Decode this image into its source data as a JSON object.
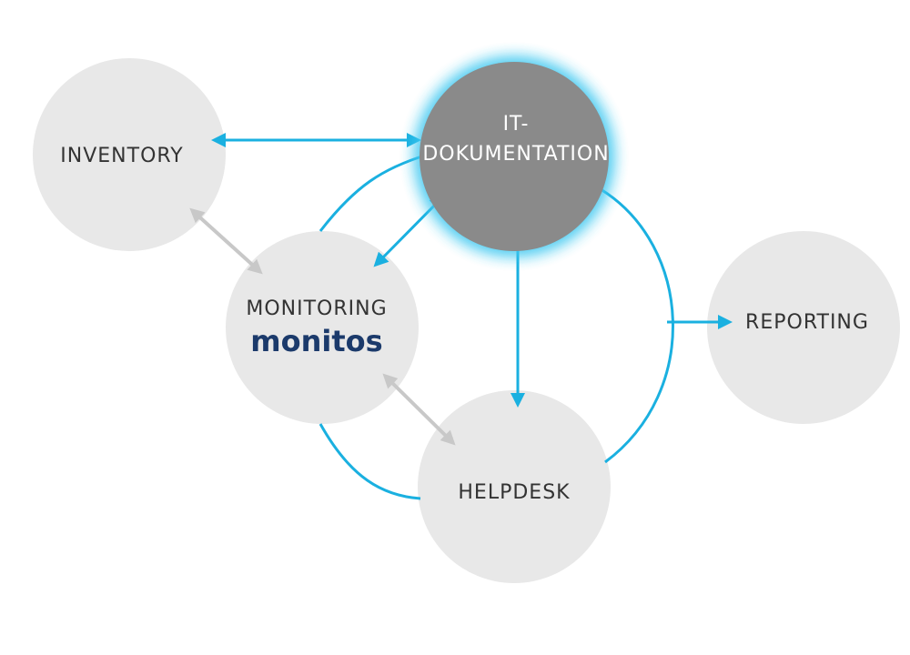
{
  "nodes": {
    "inventory": {
      "label": "INVENTORY"
    },
    "it_doc": {
      "label_line1": "IT-",
      "label_line2": "DOKUMENTATION"
    },
    "monitoring": {
      "label": "MONITORING",
      "brand": "monitos"
    },
    "reporting": {
      "label": "REPORTING"
    },
    "helpdesk": {
      "label": "HELPDESK"
    }
  },
  "colors": {
    "node_fill": "#e8e8e8",
    "highlight_fill": "#8a8a8a",
    "highlight_glow": "#3fc8f0",
    "accent_arrow": "#1ab0e0",
    "gray_arrow": "#c8c8c8",
    "label_text": "#333333",
    "highlight_text": "#ffffff",
    "brand_text": "#1b3a6b"
  }
}
